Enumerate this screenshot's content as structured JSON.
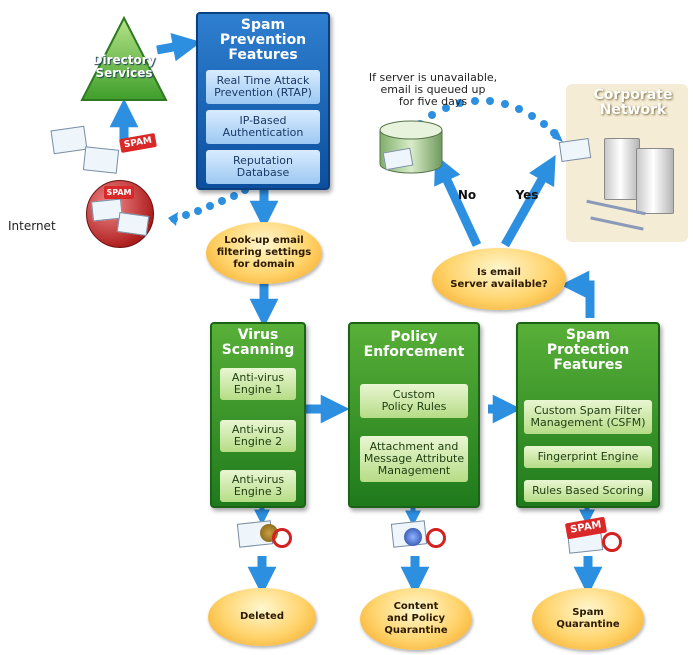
{
  "directory_services": {
    "label_line1": "Directory",
    "label_line2": "Services"
  },
  "internet": {
    "label": "Internet",
    "spam_tag_1": "SPAM",
    "spam_tag_2": "SPAM"
  },
  "spam_prevention": {
    "title_line1": "Spam",
    "title_line2": "Prevention",
    "title_line3": "Features",
    "items": [
      {
        "line1": "Real Time Attack",
        "line2": "Prevention (RTAP)"
      },
      {
        "line1": "IP-Based",
        "line2": "Authentication"
      },
      {
        "line1": "Reputation",
        "line2": "Database"
      }
    ]
  },
  "lookup": {
    "line1": "Look-up email",
    "line2": "filtering settings",
    "line3": "for domain"
  },
  "queue_note": {
    "line1": "If server is unavailable,",
    "line2": "email is queued up",
    "line3": "for five days"
  },
  "corporate_network": {
    "line1": "Corporate",
    "line2": "Network"
  },
  "decision": {
    "line1": "Is email",
    "line2": "Server available?",
    "no_label": "No",
    "yes_label": "Yes"
  },
  "virus_scanning": {
    "title_line1": "Virus",
    "title_line2": "Scanning",
    "items": [
      {
        "line1": "Anti-virus",
        "line2": "Engine 1"
      },
      {
        "line1": "Anti-virus",
        "line2": "Engine 2"
      },
      {
        "line1": "Anti-virus",
        "line2": "Engine 3"
      }
    ]
  },
  "policy_enforcement": {
    "title_line1": "Policy",
    "title_line2": "Enforcement",
    "items": [
      {
        "line1": "Custom",
        "line2": "Policy Rules",
        "line3": ""
      },
      {
        "line1": "Attachment and",
        "line2": "Message Attribute",
        "line3": "Management"
      }
    ]
  },
  "spam_protection": {
    "title_line1": "Spam",
    "title_line2": "Protection",
    "title_line3": "Features",
    "items": [
      {
        "line1": "Custom Spam Filter",
        "line2": "Management (CSFM)"
      },
      {
        "line1": "Fingerprint Engine",
        "line2": ""
      },
      {
        "line1": "Rules Based Scoring",
        "line2": ""
      }
    ],
    "spam_tag": "SPAM"
  },
  "outcomes": {
    "deleted": {
      "line1": "Deleted"
    },
    "content_quarantine": {
      "line1": "Content",
      "line2": "and Policy",
      "line3": "Quarantine"
    },
    "spam_quarantine": {
      "line1": "Spam",
      "line2": "Quarantine"
    }
  },
  "colors": {
    "blue": "#1f6dc4",
    "green": "#2f8f25",
    "orange": "#f7b43a",
    "arrow": "#2d8fe0"
  }
}
